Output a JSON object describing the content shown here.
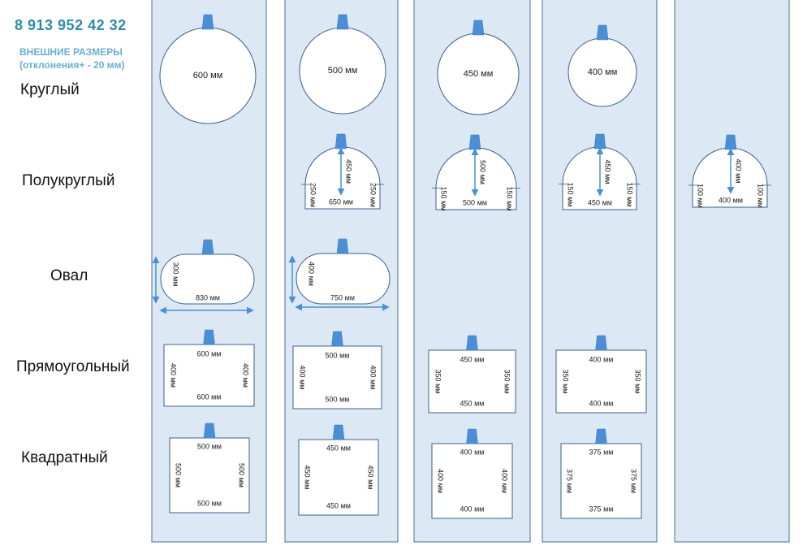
{
  "header": {
    "phone": "8 913 952 42 32",
    "subtitle_line1": "ВНЕШНИЕ РАЗМЕРЫ",
    "subtitle_line2": "(отклонения+ - 20 мм)"
  },
  "rows": {
    "round": "Круглый",
    "semicircle": "Полукруглый",
    "oval": "Овал",
    "rect": "Прямоугольный",
    "square": "Квадратный"
  },
  "colors": {
    "column_fill": "#dce8f3",
    "column_border": "#4a6d99",
    "shape_border": "#3d5f8c",
    "accent": "#4a8fd6",
    "phone": "#2f8ca8"
  },
  "circles": [
    {
      "diameter": "600 мм"
    },
    {
      "diameter": "500 мм"
    },
    {
      "diameter": "450 мм"
    },
    {
      "diameter": "400 мм"
    }
  ],
  "semis": [
    {
      "height": "450 мм",
      "side_left": "250 мм",
      "side_right": "250 мм",
      "width": "650 мм"
    },
    {
      "height": "500 мм",
      "side_left": "150 мм",
      "side_right": "150 мм",
      "width": "500 мм"
    },
    {
      "height": "450 мм",
      "side_left": "150 мм",
      "side_right": "150 мм",
      "width": "450 мм"
    },
    {
      "height": "400 мм",
      "side_left": "100 мм",
      "side_right": "100 мм",
      "width": "400 мм"
    }
  ],
  "ovals": [
    {
      "height": "300 мм",
      "width": "830 мм"
    },
    {
      "height": "400 мм",
      "width": "750 мм"
    }
  ],
  "rects": [
    {
      "top": "600 мм",
      "bottom": "600 мм",
      "left": "400 мм",
      "right": "400 мм"
    },
    {
      "top": "500 мм",
      "bottom": "500 мм",
      "left": "400 мм",
      "right": "400 мм"
    },
    {
      "top": "450 мм",
      "bottom": "450 мм",
      "left": "350 мм",
      "right": "350 мм"
    },
    {
      "top": "400 мм",
      "bottom": "400 мм",
      "left": "350 мм",
      "right": "350 мм"
    }
  ],
  "squares": [
    {
      "top": "500 мм",
      "bottom": "500 мм",
      "left": "500 мм",
      "right": "500 мм"
    },
    {
      "top": "450 мм",
      "bottom": "450 мм",
      "left": "450 мм",
      "right": "450 мм"
    },
    {
      "top": "400 мм",
      "bottom": "400 мм",
      "left": "400 мм",
      "right": "400 мм"
    },
    {
      "top": "375 мм",
      "bottom": "375 мм",
      "left": "375 мм",
      "right": "375 мм"
    }
  ]
}
